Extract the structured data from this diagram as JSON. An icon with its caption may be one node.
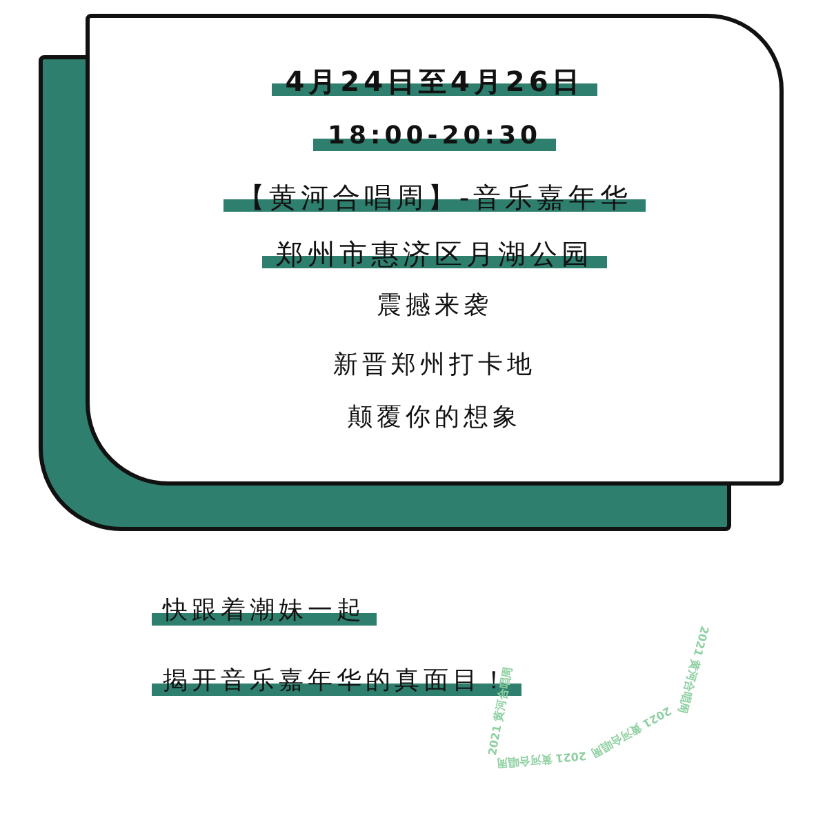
{
  "diagram": {
    "nodes": [
      {
        "text": [
          "4月24日至4月26日",
          "18:00-20:30",
          "【黄河合唱周】-音乐嘉年华",
          "郑州市惠济区月湖公园",
          "震撼来袭",
          "新晋郑州打卡地",
          "颠覆你的想象"
        ]
      }
    ],
    "edges": [],
    "labels": [
      "快跟着潮妹一起",
      "揭开音乐嘉年华的真面目！",
      "2021 黄河合唱周",
      "2021 黄河合唱周",
      "2021 黄河合唱周",
      "2021 黄河合唱周"
    ]
  }
}
